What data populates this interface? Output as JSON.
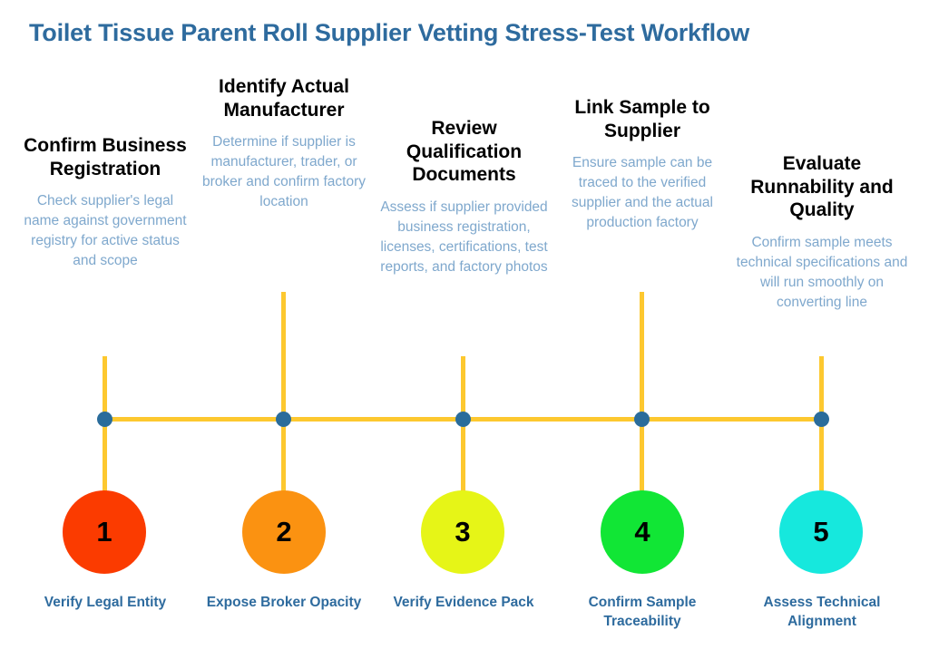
{
  "title": "Toilet Tissue Parent Roll Supplier Vetting Stress-Test Workflow",
  "theme": {
    "title_color": "#2e6b9e",
    "axis_color": "#fdc82f",
    "dot_color": "#2a6c9b",
    "heading_color": "#000000",
    "description_color": "#7fa8cd",
    "label_color": "#2e6b9e",
    "background": "#ffffff"
  },
  "steps": [
    {
      "number": "1",
      "heading": "Confirm Business Registration",
      "description": "Check supplier's legal name against government registry for active status and scope",
      "label": "Verify Legal Entity",
      "color": "#fb3b00"
    },
    {
      "number": "2",
      "heading": "Identify Actual Manufacturer",
      "description": "Determine if supplier is manufacturer, trader, or broker and confirm factory location",
      "label": "Expose Broker Opacity",
      "color": "#fb9211"
    },
    {
      "number": "3",
      "heading": "Review Qualification Documents",
      "description": "Assess if supplier provided business registration, licenses, certifications, test reports, and factory photos",
      "label": "Verify Evidence Pack",
      "color": "#e6f517"
    },
    {
      "number": "4",
      "heading": "Link Sample to Supplier",
      "description": "Ensure sample can be traced to the verified supplier and the actual production factory",
      "label": "Confirm Sample Traceability",
      "color": "#11e635"
    },
    {
      "number": "5",
      "heading": "Evaluate Runnability and Quality",
      "description": "Confirm sample meets technical specifications and will run smoothly on converting line",
      "label": "Assess Technical Alignment",
      "color": "#16e8dd"
    }
  ]
}
